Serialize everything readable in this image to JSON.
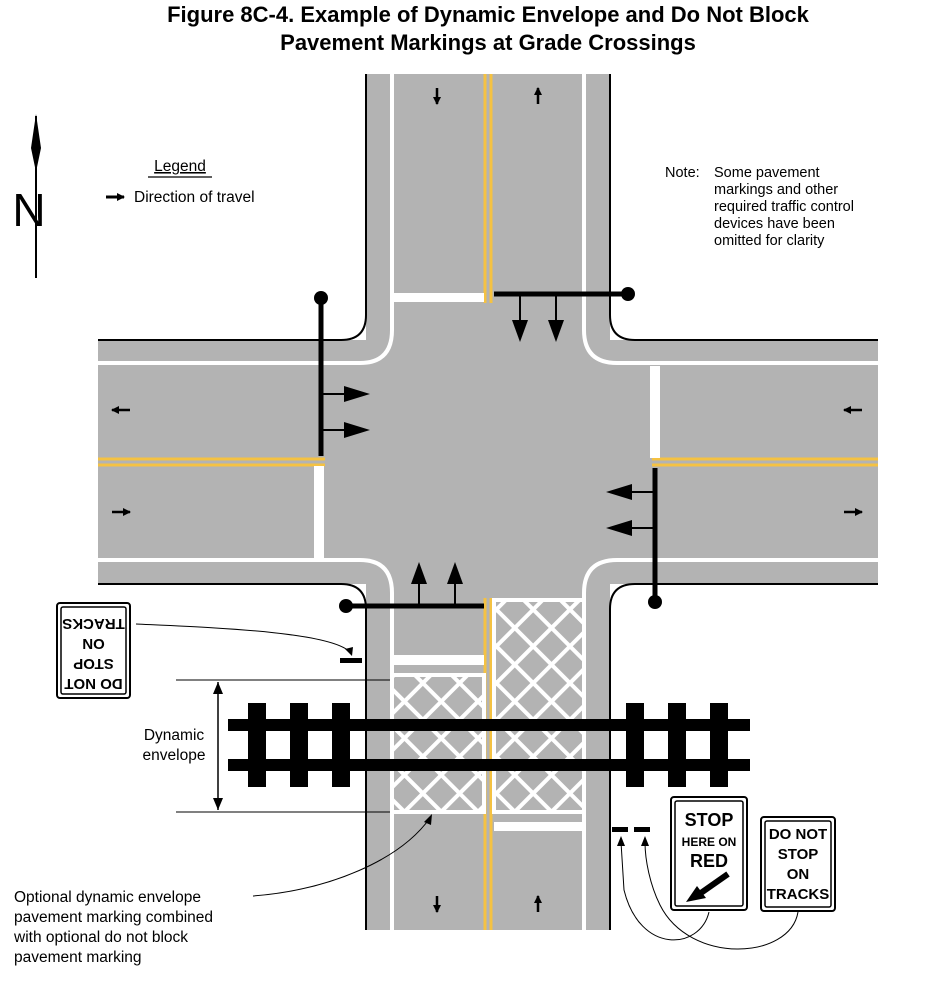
{
  "figure": {
    "title_line1": "Figure 8C-4.  Example of Dynamic Envelope and Do Not Block",
    "title_line2": "Pavement Markings at Grade Crossings"
  },
  "north_arrow": {
    "letter": "N"
  },
  "legend": {
    "title": "Legend",
    "item": "Direction of travel"
  },
  "note": {
    "lines": [
      "Note:",
      "Some pavement",
      "markings and other",
      "required traffic control",
      "devices have been",
      "omitted for clarity"
    ]
  },
  "labels": {
    "dynamic_envelope": [
      "Dynamic",
      "envelope"
    ],
    "optional_marking": [
      "Optional dynamic envelope",
      "pavement marking combined",
      "with optional do not block",
      "pavement marking"
    ]
  },
  "signs": {
    "do_not_stop": [
      "DO NOT",
      "STOP",
      "ON",
      "TRACKS"
    ],
    "stop_here": {
      "line1": "STOP",
      "line2": "HERE ON",
      "line3": "RED"
    }
  },
  "colors": {
    "pavement": "#b3b3b3",
    "yellow_line": "#f5c242",
    "white_line": "#ffffff",
    "black": "#000000"
  }
}
